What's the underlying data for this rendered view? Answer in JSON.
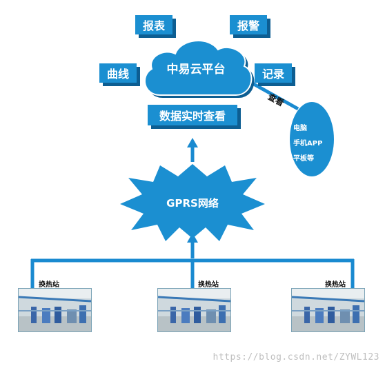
{
  "cloud": {
    "label": "中易云平台"
  },
  "tags": {
    "report": "报表",
    "alarm": "报警",
    "curve": "曲线",
    "record": "记录",
    "realtime": "数据实时查看"
  },
  "view_label": "查看",
  "devices": [
    "电脑",
    "手机APP",
    "平板等"
  ],
  "network": {
    "label": "GPRS网络"
  },
  "stations": [
    {
      "label": "换热站"
    },
    {
      "label": "换热站"
    },
    {
      "label": "换热站"
    }
  ],
  "watermark": "https://blog.csdn.net/ZYWL123",
  "colors": {
    "primary": "#1b8fd1",
    "shadow": "#0d5e92",
    "line": "#1a8ad0"
  }
}
